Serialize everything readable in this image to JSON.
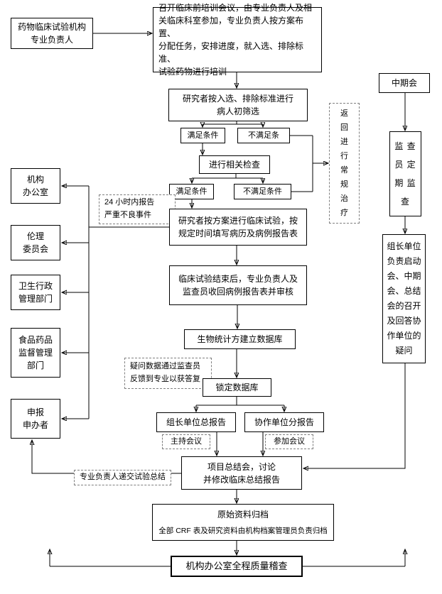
{
  "nodes": {
    "leader": "药物临床试验机构\n专业负责人",
    "training": "召开临床前培训会议，由专业负责人及相\n关临床科室参加，专业负责人按方案布置、\n分配任务，安排进度，就入选、排除标准、\n试验药物进行培训",
    "midterm": "中期会",
    "screening": "研究者按入选、排除标准进行\n病人初筛选",
    "cond1_yes": "满足条件",
    "cond1_no": "不满足条",
    "check": "进行相关检查",
    "cond2_yes": "满足条件",
    "cond2_no": "不满足条件",
    "return_treatment": "返\n回\n进\n行\n常\n规\n治\n疗",
    "monitor": "监 查\n员 定\n期 监\n查",
    "office": "机构\n办公室",
    "report24": "24 小时内报告\n严重不良事件",
    "ethics": "伦理\n委员会",
    "health_admin": "卫生行政\n管理部门",
    "trial": "研究者按方案进行临床试验，按\n规定时间填写病历及病例报告表",
    "trial_end": "临床试验结束后，专业负责人及\n监查员收回病例报告表并审核",
    "leader_unit": "组长单位\n负责启动\n会、中期\n会、总结\n会的召开\n及回答协\n作单位的\n疑问",
    "fda": "食品药品\n监督管理\n部门",
    "biostat": "生物统计方建立数据库",
    "query": "疑问数据通过监查员\n反馈到专业以获答复",
    "lock": "锁定数据库",
    "sponsor": "申报\n申办者",
    "lead_report": "组长单位总报告",
    "collab_report": "协作单位分报告",
    "host": "主持会议",
    "attend": "参加会议",
    "summary": "项目总结会，讨论\n并修改临床总结报告",
    "submit": "专业负责人递交试验总结",
    "archive": {
      "title": "原始资料归档",
      "subtitle": "全部 CRF 表及研究资料由机构档案管理员负责归档"
    },
    "audit": "机构办公室全程质量稽查"
  },
  "colors": {
    "line": "#000000",
    "dashed_border": "#808080",
    "background": "#ffffff"
  }
}
